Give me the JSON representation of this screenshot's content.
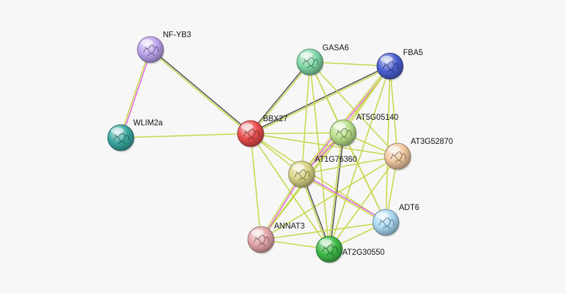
{
  "network": {
    "nodes": [
      {
        "id": "NF-YB3",
        "label": "NF-YB3",
        "color": "#b9a3ec"
      },
      {
        "id": "WLIM2a",
        "label": "WLIM2a",
        "color": "#3aa7a0"
      },
      {
        "id": "BBX27",
        "label": "BBX27",
        "color": "#e94d4d"
      },
      {
        "id": "GASA6",
        "label": "GASA6",
        "color": "#7fd6a6"
      },
      {
        "id": "FBA5",
        "label": "FBA5",
        "color": "#4a5fd0"
      },
      {
        "id": "AT5G05140",
        "label": "AT5G05140",
        "color": "#b9e08a"
      },
      {
        "id": "AT3G52870",
        "label": "AT3G52870",
        "color": "#f0c8a0"
      },
      {
        "id": "AT1G76360",
        "label": "AT1G76360",
        "color": "#d7d283"
      },
      {
        "id": "ADT6",
        "label": "ADT6",
        "color": "#a9d9f2"
      },
      {
        "id": "ANNAT3",
        "label": "ANNAT3",
        "color": "#e4a6aa"
      },
      {
        "id": "AT2G30550",
        "label": "AT2G30550",
        "color": "#3fbb4a"
      }
    ],
    "edges": [
      {
        "source": "NF-YB3",
        "target": "WLIM2a",
        "colors": [
          "#e066e0",
          "#c8d64a"
        ]
      },
      {
        "source": "NF-YB3",
        "target": "BBX27",
        "colors": [
          "#555555",
          "#c8d64a"
        ]
      },
      {
        "source": "WLIM2a",
        "target": "BBX27",
        "colors": [
          "#c8d64a"
        ]
      },
      {
        "source": "BBX27",
        "target": "GASA6",
        "colors": [
          "#555555",
          "#c8d64a"
        ]
      },
      {
        "source": "BBX27",
        "target": "FBA5",
        "colors": [
          "#555555",
          "#c8d64a"
        ]
      },
      {
        "source": "BBX27",
        "target": "AT5G05140",
        "colors": [
          "#c8d64a"
        ]
      },
      {
        "source": "BBX27",
        "target": "AT3G52870",
        "colors": [
          "#c8d64a"
        ]
      },
      {
        "source": "BBX27",
        "target": "AT1G76360",
        "colors": [
          "#c8d64a"
        ]
      },
      {
        "source": "BBX27",
        "target": "ADT6",
        "colors": [
          "#c8d64a"
        ]
      },
      {
        "source": "BBX27",
        "target": "ANNAT3",
        "colors": [
          "#c8d64a"
        ]
      },
      {
        "source": "BBX27",
        "target": "AT2G30550",
        "colors": [
          "#c8d64a"
        ]
      },
      {
        "source": "GASA6",
        "target": "FBA5",
        "colors": [
          "#c8d64a"
        ]
      },
      {
        "source": "GASA6",
        "target": "AT5G05140",
        "colors": [
          "#c8d64a"
        ]
      },
      {
        "source": "GASA6",
        "target": "AT3G52870",
        "colors": [
          "#c8d64a"
        ]
      },
      {
        "source": "GASA6",
        "target": "AT1G76360",
        "colors": [
          "#c8d64a"
        ]
      },
      {
        "source": "GASA6",
        "target": "ADT6",
        "colors": [
          "#c8d64a"
        ]
      },
      {
        "source": "GASA6",
        "target": "AT2G30550",
        "colors": [
          "#c8d64a"
        ]
      },
      {
        "source": "FBA5",
        "target": "AT5G05140",
        "colors": [
          "#c8d64a"
        ]
      },
      {
        "source": "FBA5",
        "target": "AT3G52870",
        "colors": [
          "#c8d64a"
        ]
      },
      {
        "source": "FBA5",
        "target": "AT1G76360",
        "colors": [
          "#e066e0",
          "#c8d64a"
        ]
      },
      {
        "source": "FBA5",
        "target": "ADT6",
        "colors": [
          "#c8d64a"
        ]
      },
      {
        "source": "FBA5",
        "target": "AT2G30550",
        "colors": [
          "#c8d64a"
        ]
      },
      {
        "source": "FBA5",
        "target": "ANNAT3",
        "colors": [
          "#c8d64a"
        ]
      },
      {
        "source": "AT5G05140",
        "target": "AT3G52870",
        "colors": [
          "#c8d64a"
        ]
      },
      {
        "source": "AT5G05140",
        "target": "AT1G76360",
        "colors": [
          "#e066e0",
          "#c8d64a"
        ]
      },
      {
        "source": "AT5G05140",
        "target": "ADT6",
        "colors": [
          "#c8d64a"
        ]
      },
      {
        "source": "AT5G05140",
        "target": "AT2G30550",
        "colors": [
          "#555555",
          "#c8d64a"
        ]
      },
      {
        "source": "AT5G05140",
        "target": "ANNAT3",
        "colors": [
          "#c8d64a"
        ]
      },
      {
        "source": "AT3G52870",
        "target": "AT1G76360",
        "colors": [
          "#c8d64a"
        ]
      },
      {
        "source": "AT3G52870",
        "target": "ADT6",
        "colors": [
          "#c8d64a"
        ]
      },
      {
        "source": "AT3G52870",
        "target": "AT2G30550",
        "colors": [
          "#c8d64a"
        ]
      },
      {
        "source": "AT3G52870",
        "target": "ANNAT3",
        "colors": [
          "#c8d64a"
        ]
      },
      {
        "source": "AT1G76360",
        "target": "ADT6",
        "colors": [
          "#e066e0",
          "#c8d64a"
        ]
      },
      {
        "source": "AT1G76360",
        "target": "ANNAT3",
        "colors": [
          "#e066e0",
          "#c8d64a"
        ]
      },
      {
        "source": "AT1G76360",
        "target": "AT2G30550",
        "colors": [
          "#555555",
          "#c8d64a"
        ]
      },
      {
        "source": "ADT6",
        "target": "AT2G30550",
        "colors": [
          "#c8d64a"
        ]
      },
      {
        "source": "ADT6",
        "target": "ANNAT3",
        "colors": [
          "#c8d64a"
        ]
      },
      {
        "source": "ANNAT3",
        "target": "AT2G30550",
        "colors": [
          "#c8d64a"
        ]
      }
    ]
  }
}
